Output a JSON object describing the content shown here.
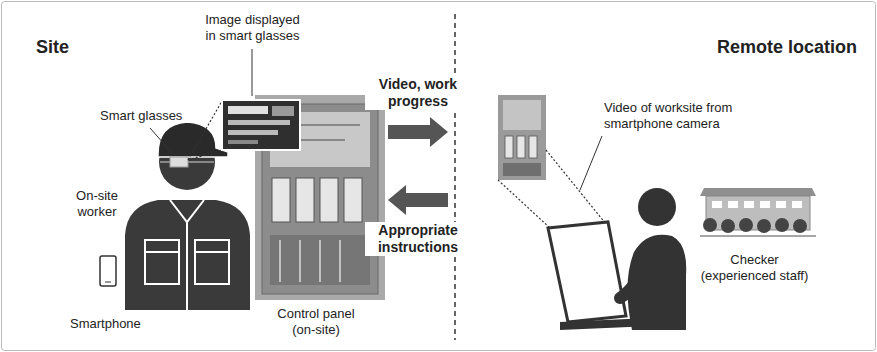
{
  "diagram": {
    "nodes": [
      {
        "text": [
          "Site"
        ]
      },
      {
        "text": [
          "Remote location"
        ]
      }
    ],
    "edges": [
      {
        "from": 0,
        "to": 1,
        "label": "Video, work progress",
        "arrow": "to"
      },
      {
        "from": 1,
        "to": 0,
        "label": "Appropriate instructions",
        "arrow": "to"
      }
    ],
    "labels": [
      "Image displayed in smart glasses",
      "Smart glasses",
      "On-site worker",
      "Smartphone",
      "Control panel (on-site)",
      "Video of worksite from smartphone camera",
      "Checker (experienced staff)"
    ]
  }
}
